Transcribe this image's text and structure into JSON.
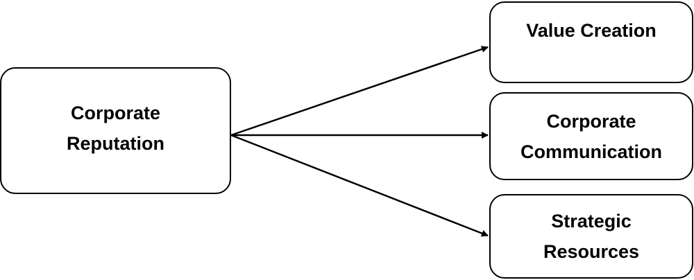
{
  "diagram": {
    "source": {
      "lines": [
        "Corporate",
        "Reputation"
      ]
    },
    "targets": [
      {
        "lines": [
          "Value Creation"
        ]
      },
      {
        "lines": [
          "Corporate",
          "Communication"
        ]
      },
      {
        "lines": [
          "Strategic",
          "Resources"
        ]
      }
    ],
    "colors": {
      "stroke": "#000000",
      "fill": "#ffffff",
      "text": "#000000"
    }
  }
}
